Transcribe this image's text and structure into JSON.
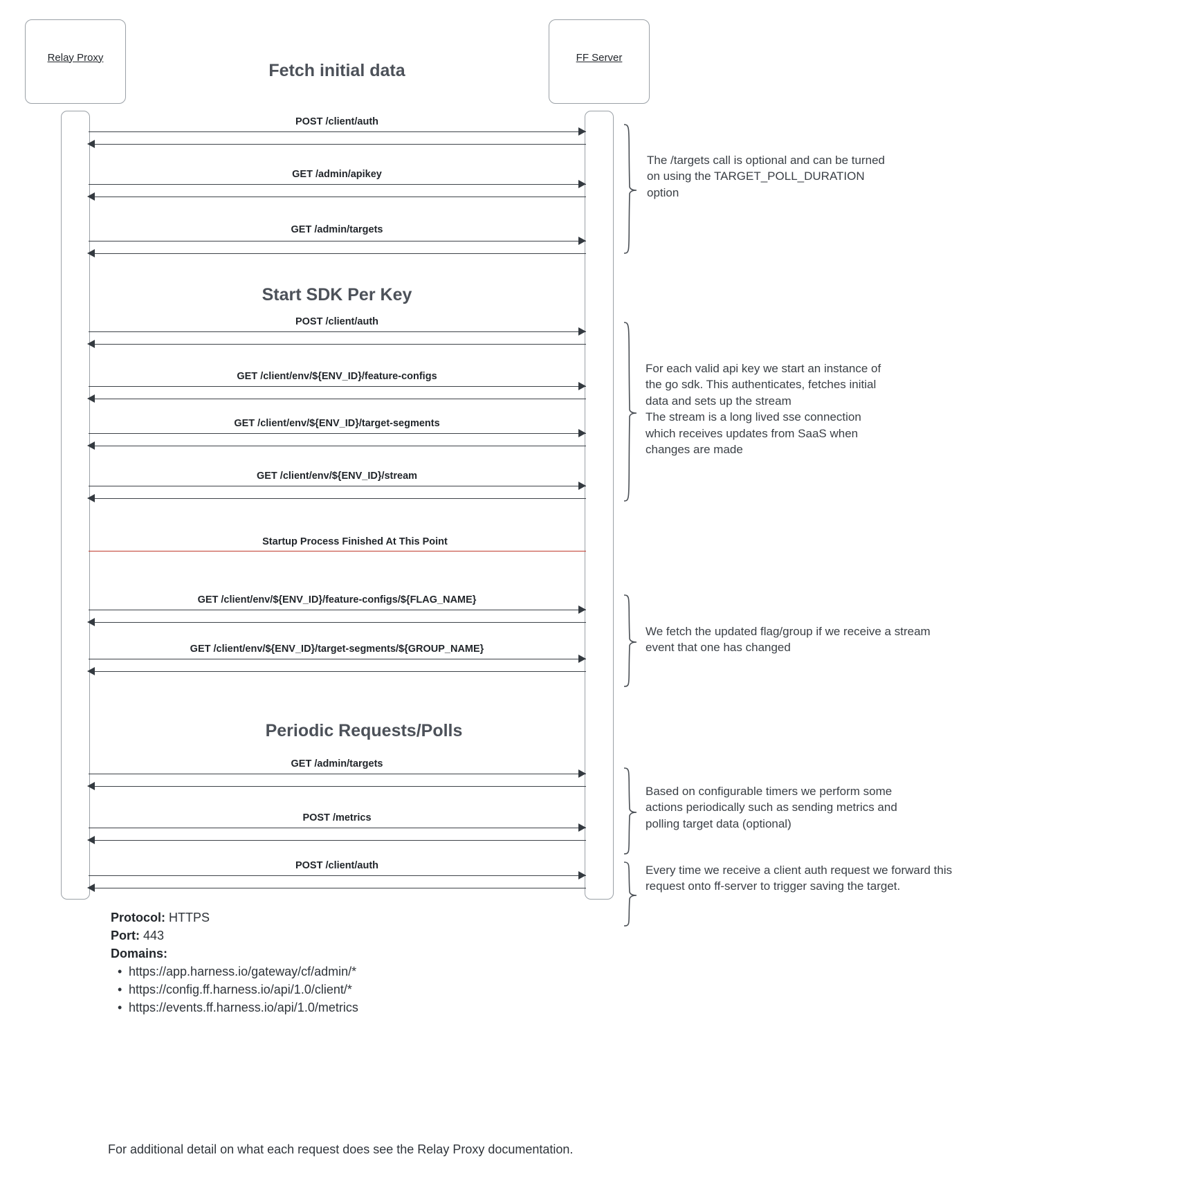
{
  "participants": {
    "left": {
      "label": "Relay Proxy"
    },
    "right": {
      "label": "FF Server"
    }
  },
  "sections": [
    {
      "title": "Fetch initial data"
    },
    {
      "title": "Start SDK Per Key"
    },
    {
      "title": "Periodic Requests/Polls"
    }
  ],
  "messages": [
    {
      "label": "POST /client/auth"
    },
    {
      "label": "GET /admin/apikey"
    },
    {
      "label": "GET /admin/targets"
    },
    {
      "label": "POST /client/auth"
    },
    {
      "label": "GET /client/env/${ENV_ID}/feature-configs"
    },
    {
      "label": "GET /client/env/${ENV_ID}/target-segments"
    },
    {
      "label": "GET /client/env/${ENV_ID}/stream"
    },
    {
      "label": "GET /client/env/${ENV_ID}/feature-configs/${FLAG_NAME}"
    },
    {
      "label": "GET /client/env/${ENV_ID}/target-segments/${GROUP_NAME}"
    },
    {
      "label": "GET /admin/targets"
    },
    {
      "label": "POST /metrics"
    },
    {
      "label": "POST /client/auth"
    }
  ],
  "divider": {
    "label": "Startup Process Finished At This Point",
    "color": "#c0392b"
  },
  "notes": [
    {
      "text": "The /targets call is optional and can be turned\non using the TARGET_POLL_DURATION\noption"
    },
    {
      "text": "For each valid api key we start an instance of\nthe go sdk. This authenticates, fetches initial\ndata and sets up the stream\nThe stream is a long lived sse connection\nwhich receives updates from SaaS when\nchanges are made"
    },
    {
      "text": "We fetch the updated flag/group if we receive a stream\nevent that one has changed"
    },
    {
      "text": "Based on configurable timers we perform some\nactions periodically such as sending metrics and\npolling target data (optional)"
    },
    {
      "text": "Every time we receive a client auth request we forward this\nrequest onto ff-server to trigger saving the target."
    }
  ],
  "footer": {
    "protocol_label": "Protocol:",
    "protocol_value": "HTTPS",
    "port_label": "Port:",
    "port_value": "443",
    "domains_label": "Domains:",
    "domains": [
      "https://app.harness.io/gateway/cf/admin/*",
      "https://config.ff.harness.io/api/1.0/client/*",
      "https://events.ff.harness.io/api/1.0/metrics"
    ],
    "note": "For additional detail on what each request does see the Relay Proxy documentation."
  }
}
